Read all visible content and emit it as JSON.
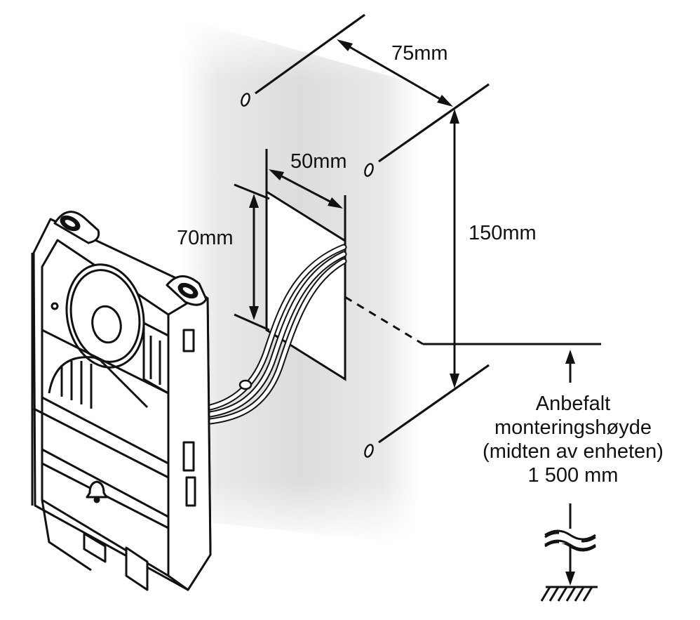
{
  "dimensions": {
    "hole_horizontal": "75mm",
    "box_width": "50mm",
    "box_height": "70mm",
    "hole_vertical": "150mm"
  },
  "mounting_note": {
    "line1": "Anbefalt",
    "line2": "monteringshøyde",
    "line3": "(midten av enheten)",
    "line4": "1 500 mm"
  }
}
